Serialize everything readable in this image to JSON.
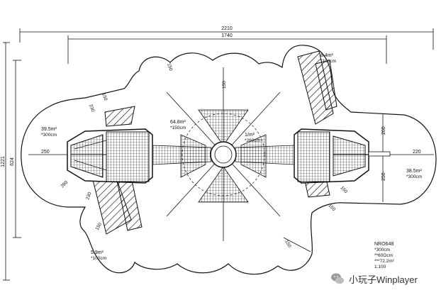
{
  "dimensions": {
    "overall_width": "2210",
    "inner_width": "1740",
    "overall_height": "1221",
    "inner_height": "624"
  },
  "labels": {
    "left_area": [
      "39.5m²",
      "*300cm"
    ],
    "center_area": [
      "64.8m²",
      "*150cm"
    ],
    "hub_area": [
      "1/m²",
      "*260cm"
    ],
    "right_area": [
      "38.5m²",
      "*300cm"
    ],
    "bottom_left_area": [
      "5.9m²",
      "*100cm"
    ],
    "top_right_area": [
      "8.4m²",
      "*100cm"
    ],
    "radius_left": "250",
    "radius_right": "220",
    "radius_right_vert_top": "260",
    "radius_right_vert_bottom": "250",
    "dim_150_top": "150",
    "dim_150_a": "150",
    "dim_150_b": "150",
    "dim_150_c": "150",
    "dim_150_d": "150",
    "dim_150_e": "150",
    "dim_230_a": "230",
    "dim_230_b": "230",
    "dim_280": "280",
    "dim_150_f": "150"
  },
  "title_block": {
    "code": "NRO648",
    "line1": "*300cm",
    "line2": "**60Ocm",
    "line3": "***72.2m²",
    "scale": "1:100"
  },
  "watermark": {
    "text": "小玩子Winplayer",
    "icon": "wechat-icon"
  },
  "colors": {
    "line": "#111111",
    "background": "#ffffff"
  }
}
